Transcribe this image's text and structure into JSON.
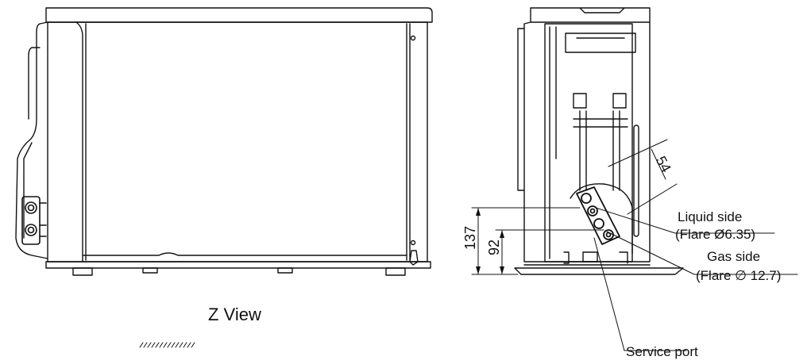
{
  "view_title": "Z View",
  "dimensions": {
    "d54": "54",
    "d137": "137",
    "d92": "92"
  },
  "callouts": {
    "liquid_side": "Liquid side",
    "liquid_flare": "(Flare Ø6.35)",
    "gas_side": "Gas side",
    "gas_flare": "(Flare ∅ 12.7)",
    "service_port": "Service port"
  },
  "colors": {
    "line": "#111111",
    "background": "#ffffff"
  }
}
